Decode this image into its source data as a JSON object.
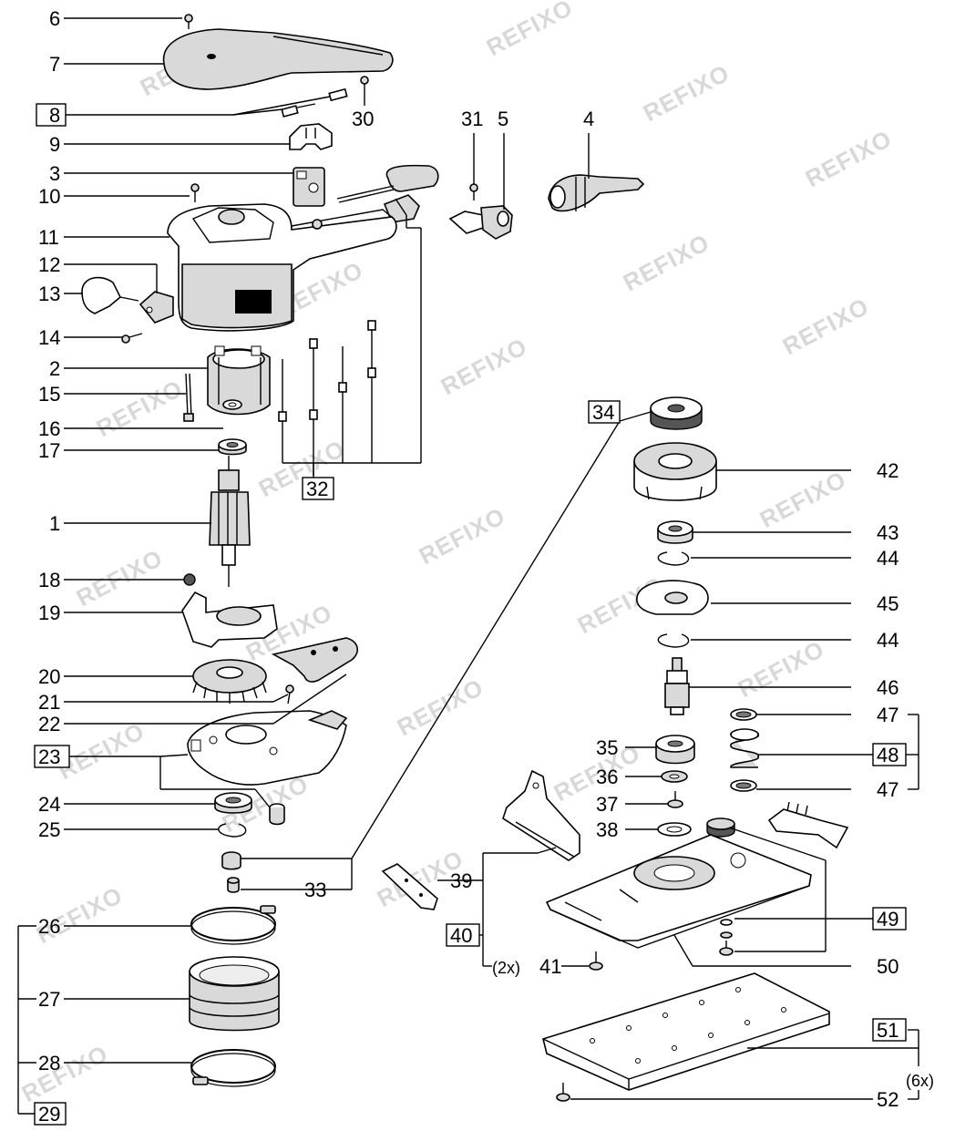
{
  "watermark": "REFIXO",
  "labels": {
    "l6": "6",
    "l7": "7",
    "l8": "8",
    "l9": "9",
    "l3": "3",
    "l10": "10",
    "l11": "11",
    "l12": "12",
    "l13": "13",
    "l14": "14",
    "l2": "2",
    "l15": "15",
    "l16": "16",
    "l17": "17",
    "l1": "1",
    "l18": "18",
    "l19": "19",
    "l20": "20",
    "l21": "21",
    "l22": "22",
    "l23": "23",
    "l24": "24",
    "l25": "25",
    "l26": "26",
    "l27": "27",
    "l28": "28",
    "l29": "29",
    "l30": "30",
    "l31": "31",
    "l5": "5",
    "l4": "4",
    "l32": "32",
    "l33": "33",
    "l34": "34",
    "l42": "42",
    "l43": "43",
    "l44a": "44",
    "l45": "45",
    "l44b": "44",
    "l46": "46",
    "l47a": "47",
    "l48": "48",
    "l47b": "47",
    "l35": "35",
    "l36": "36",
    "l37": "37",
    "l38": "38",
    "l39": "39",
    "l40": "40",
    "l41": "41",
    "l49": "49",
    "l50": "50",
    "l51": "51",
    "l52": "52",
    "qty2": "(2x)",
    "qty6": "(6x)"
  }
}
